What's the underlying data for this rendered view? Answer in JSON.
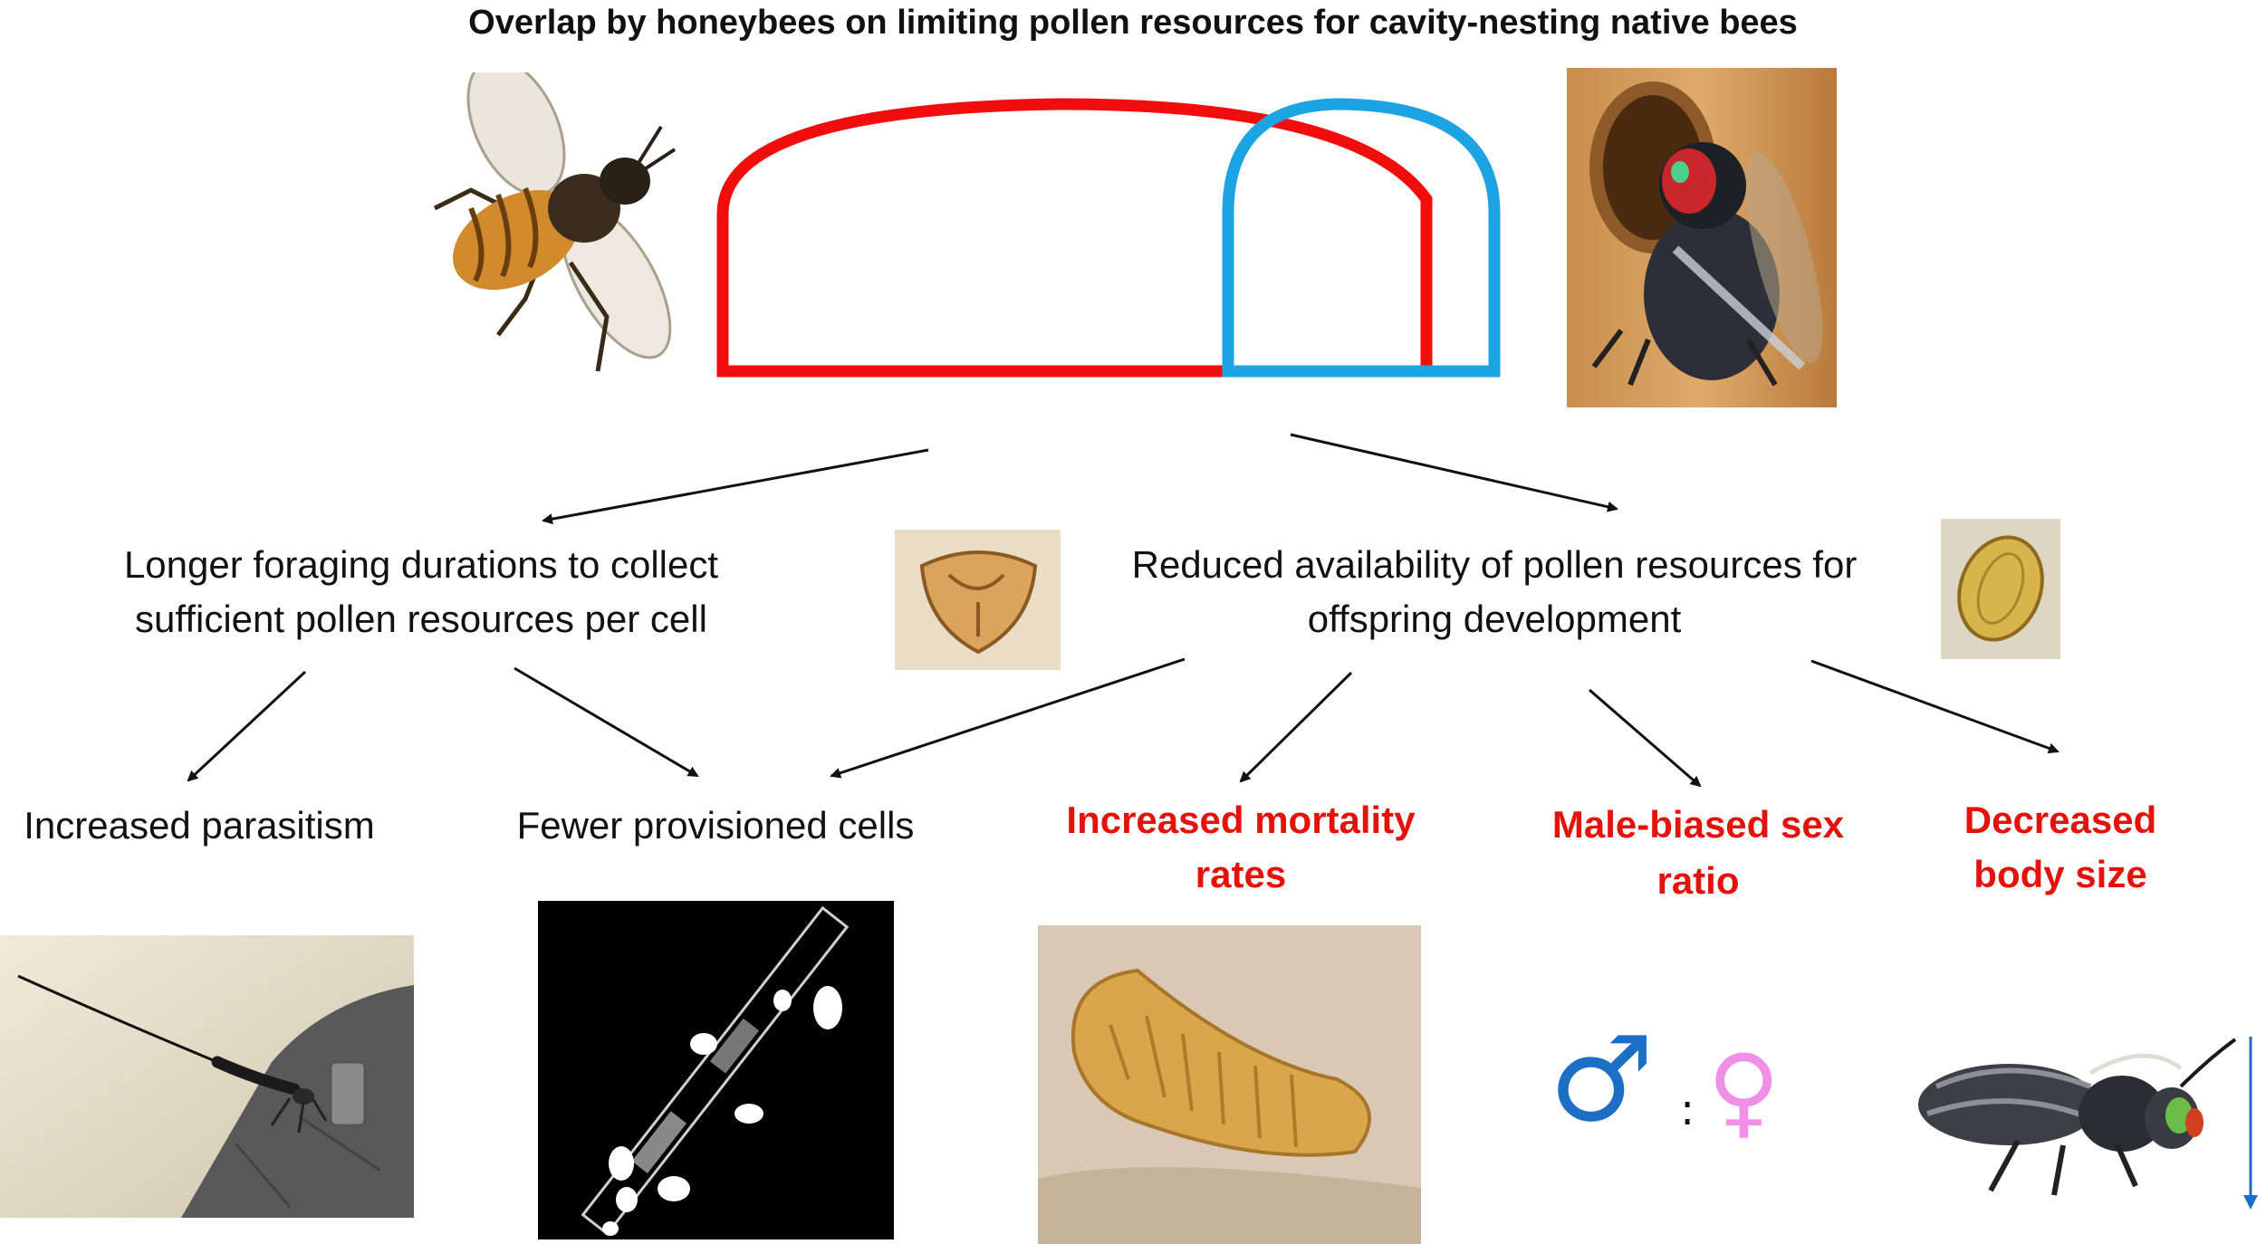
{
  "title": "Overlap by honeybees on limiting pollen resources for cavity-nesting native bees",
  "colors": {
    "honeybee_niche": "#f20d0d",
    "native_bee_niche": "#1ba3e3",
    "outcome_text": "#e3120b",
    "arrow": "#111111",
    "male_symbol": "#1c6fc4",
    "female_symbol": "#f08ee8",
    "size_arrow": "#1c6fc4"
  },
  "nodes": {
    "foraging_line1": "Longer foraging durations to collect",
    "foraging_line2": "sufficient pollen resources per cell",
    "pollen_line1": "Reduced availability of pollen resources for",
    "pollen_line2": "offspring development"
  },
  "outcomes": {
    "parasitism": "Increased parasitism",
    "fewer_cells": "Fewer provisioned cells",
    "mortality_line1": "Increased mortality",
    "mortality_line2": "rates",
    "sex_ratio_line1": "Male-biased sex",
    "sex_ratio_line2": "ratio",
    "body_size_line1": "Decreased",
    "body_size_line2": "body size"
  },
  "symbols": {
    "male": "♂",
    "separator": ":",
    "female": "♀"
  },
  "images": {
    "honeybee": "honeybee-photo",
    "native_bee_nest": "native-bee-nest-photo",
    "pollen_grain_1": "pollen-grain-triangular",
    "pollen_grain_2": "pollen-grain-oval",
    "parasitoid_wasp": "parasitoid-wasp-photo",
    "nest_xray": "nest-xray-photo",
    "larva": "larva-photo",
    "small_bee": "small-bee-photo"
  }
}
